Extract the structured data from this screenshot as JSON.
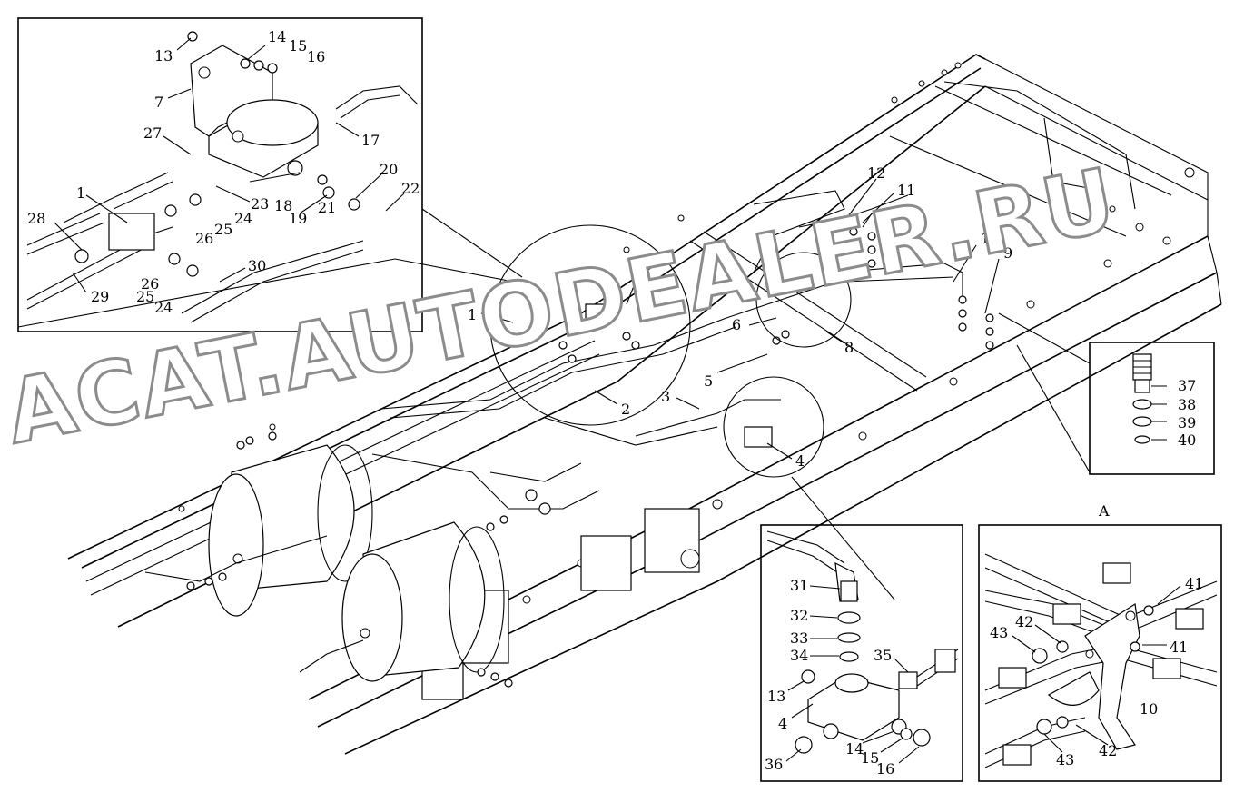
{
  "watermark": "ACAT.AUTODEALER.RU",
  "view_label": "A",
  "main_labels": [
    "1",
    "2",
    "3",
    "4",
    "5",
    "6",
    "7",
    "8",
    "9",
    "10",
    "11",
    "12"
  ],
  "inset_top_left": {
    "labels": [
      "13",
      "14",
      "15",
      "16",
      "7",
      "17",
      "27",
      "1",
      "18",
      "23",
      "24",
      "19",
      "20",
      "22",
      "21",
      "26",
      "25",
      "28",
      "29",
      "30",
      "26",
      "25",
      "24"
    ]
  },
  "inset_right_small": {
    "labels": [
      "37",
      "38",
      "39",
      "40"
    ]
  },
  "inset_bottom_middle": {
    "labels": [
      "31",
      "32",
      "33",
      "34",
      "35",
      "13",
      "4",
      "14",
      "15",
      "16",
      "36"
    ]
  },
  "inset_bottom_right": {
    "labels": [
      "41",
      "42",
      "43",
      "41",
      "10",
      "43",
      "42"
    ]
  }
}
